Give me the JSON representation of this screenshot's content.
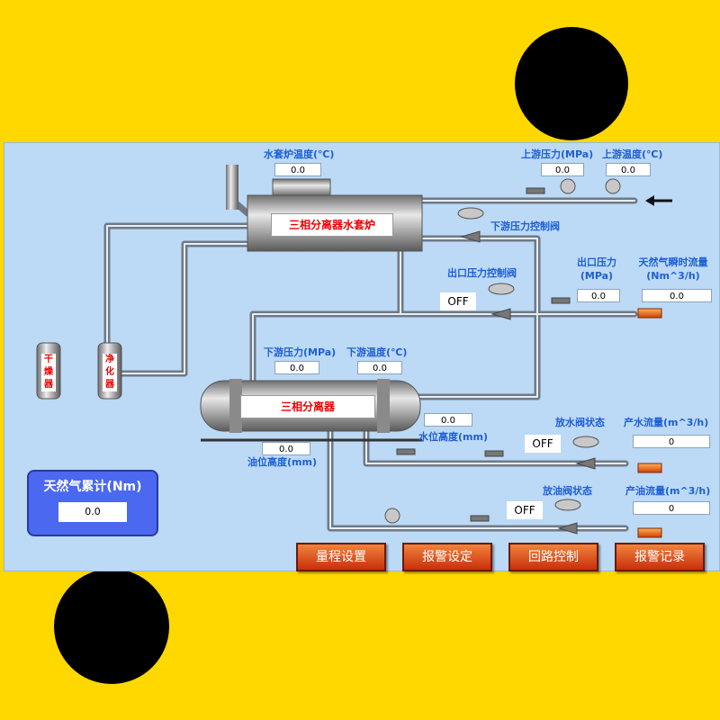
{
  "vessels": {
    "jacket_label": "三相分离器水套炉",
    "separator_label": "三相分离器",
    "dryer_label": "干燥器",
    "purifier_label": "净化器"
  },
  "labels": {
    "jacket_temp": "水套炉温度(℃)",
    "upstream_pressure": "上游压力(MPa)",
    "upstream_temp": "上游温度(℃)",
    "downstream_valve": "下游压力控制阀",
    "outlet_valve": "出口压力控制阀",
    "outlet_pressure_1": "出口压力",
    "outlet_pressure_2": "(MPa)",
    "gas_flow_1": "天然气瞬时流量",
    "gas_flow_2": "(Nm^3/h)",
    "downstream_pressure": "下游压力(MPa)",
    "downstream_temp": "下游温度(℃)",
    "water_level": "水位高度(mm)",
    "oil_level": "油位高度(mm)",
    "drain_valve_state": "放水阀状态",
    "water_flow": "产水流量(m^3/h)",
    "oil_valve_state": "放油阀状态",
    "oil_flow": "产油流量(m^3/h)",
    "gas_total": "天然气累计(Nm)"
  },
  "values": {
    "jacket_temp": "0.0",
    "upstream_pressure": "0.0",
    "upstream_temp": "0.0",
    "outlet_pressure": "0.0",
    "gas_flow": "0.0",
    "downstream_pressure": "0.0",
    "downstream_temp": "0.0",
    "water_level": "0.0",
    "oil_level": "0.0",
    "water_flow": "0",
    "oil_flow": "0",
    "gas_total": "0.0"
  },
  "states": {
    "outlet_valve": "OFF",
    "drain_valve": "OFF",
    "oil_valve": "OFF"
  },
  "buttons": {
    "range": "量程设置",
    "alarm_setting": "报警设定",
    "loop_control": "回路控制",
    "alarm_record": "报警记录"
  },
  "colors": {
    "background": "#ffd800",
    "panel": "#bcd9f6",
    "label": "#1e5fd6",
    "button": "#d8481c"
  }
}
